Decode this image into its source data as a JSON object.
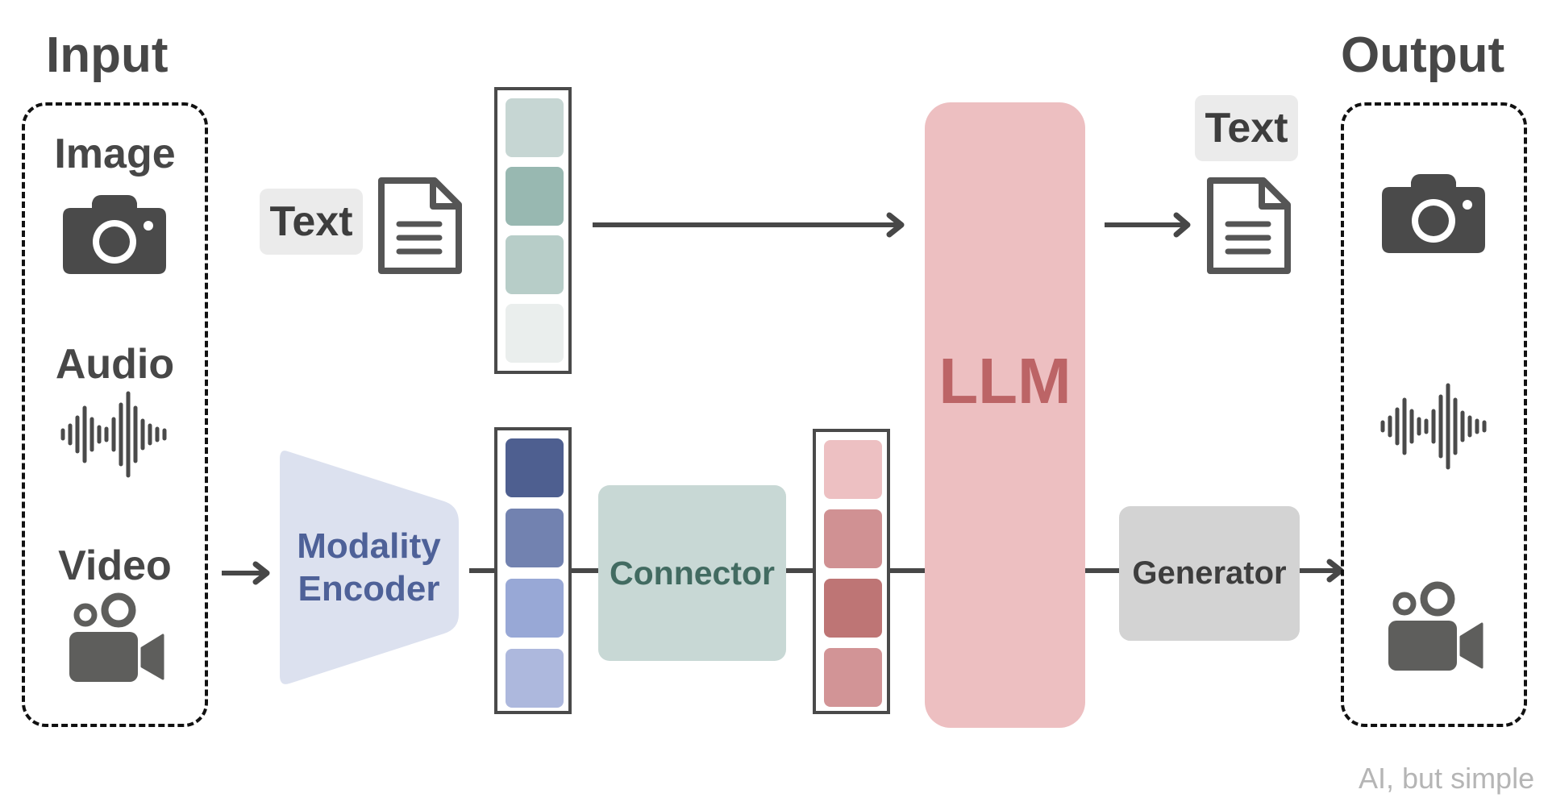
{
  "input": {
    "title": "Input",
    "modalities": [
      {
        "label": "Image",
        "icon": "camera-icon"
      },
      {
        "label": "Audio",
        "icon": "waveform-icon"
      },
      {
        "label": "Video",
        "icon": "video-camera-icon"
      }
    ]
  },
  "text_input": {
    "label": "Text",
    "icon": "document-icon"
  },
  "text_tokens": {
    "colors": [
      "#c6d6d3",
      "#98b8b1",
      "#b7cdc8",
      "#eaeeed"
    ]
  },
  "modality_encoder": {
    "label_line1": "Modality",
    "label_line2": "Encoder",
    "fill": "#dce1ef",
    "text_color": "#4e6198"
  },
  "encoder_tokens": {
    "colors": [
      "#4e5f90",
      "#7282b0",
      "#98a8d6",
      "#adb8dd"
    ]
  },
  "connector": {
    "label": "Connector",
    "fill": "#c8d8d5",
    "text_color": "#426b61"
  },
  "connector_tokens": {
    "colors": [
      "#edc0c2",
      "#d09193",
      "#be7575",
      "#d29496"
    ]
  },
  "llm": {
    "label": "LLM",
    "fill": "#edbfc1",
    "text_color": "#bc6466"
  },
  "text_output": {
    "label": "Text",
    "icon": "document-icon"
  },
  "generator": {
    "label": "Generator",
    "fill": "#d3d3d3",
    "text_color": "#3d3d3d"
  },
  "output": {
    "title": "Output",
    "modalities": [
      {
        "icon": "camera-icon"
      },
      {
        "icon": "waveform-icon"
      },
      {
        "icon": "video-camera-icon"
      }
    ]
  },
  "watermark": "AI, but simple",
  "colors": {
    "stroke": "#474747",
    "icon": "#4a4a4a",
    "video_icon": "#5e5e5c"
  }
}
